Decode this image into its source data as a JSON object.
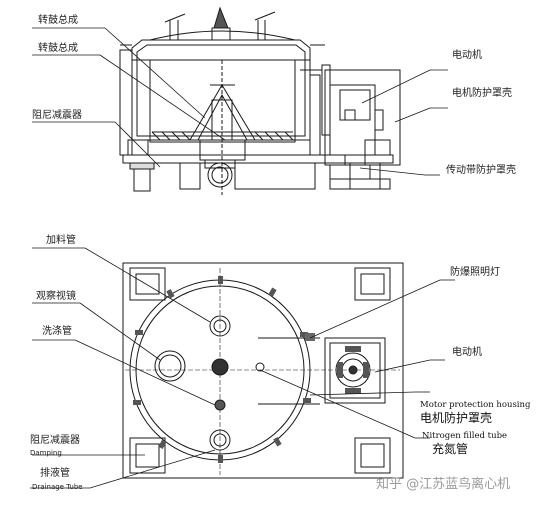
{
  "top_view": {
    "labels": {
      "drum_assembly_1": "转鼓总成",
      "drum_assembly_2": "转鼓总成",
      "damper": "阻尼减震器",
      "motor": "电动机",
      "motor_housing": "电机防护罩壳",
      "belt_guard": "传动带防护罩壳"
    }
  },
  "bottom_view": {
    "labels": {
      "feed_pipe": "加料管",
      "sight_glass": "观察视镜",
      "wash_pipe": "洗涤管",
      "explosion_light": "防爆照明灯",
      "motor": "电动机",
      "motor_housing_en": "Motor protection housing",
      "motor_housing": "电机防护罩壳",
      "nitrogen_en": "Nitrogen filled tube",
      "nitrogen": "充氮管",
      "damper": "阻尼减震器",
      "damper_en": "Damping",
      "drain": "排液管",
      "drain_en": "Drainage Tube"
    }
  },
  "watermark": "知乎 @江苏蓝鸟离心机"
}
